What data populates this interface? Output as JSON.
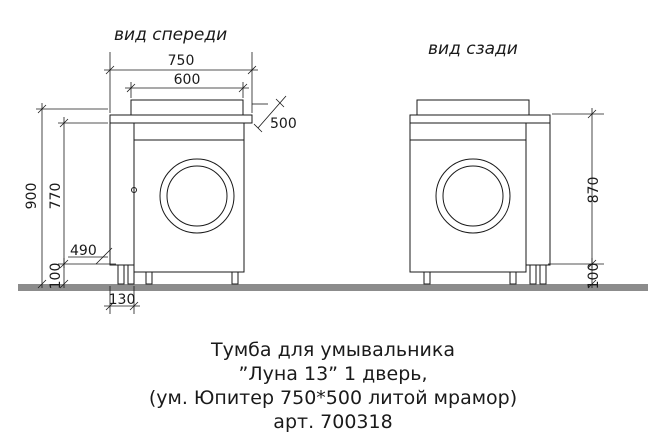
{
  "views": {
    "front_label": "вид спереди",
    "back_label": "вид сзади"
  },
  "dimensions": {
    "width_total": "750",
    "width_inner": "600",
    "depth_top": "500",
    "height_total": "900",
    "height_body": "770",
    "depth_side": "490",
    "leg_height_front": "100",
    "leg_offset": "130",
    "height_back": "870",
    "leg_height_back": "100"
  },
  "caption": {
    "line1": "Тумба для умывальника",
    "line2": "”Луна 13” 1 дверь,",
    "line3": "(ум. Юпитер 750*500 литой мрамор)",
    "line4": "арт. 700318"
  },
  "colors": {
    "line": "#1a1a1a",
    "floor": "#8c8c8c"
  }
}
